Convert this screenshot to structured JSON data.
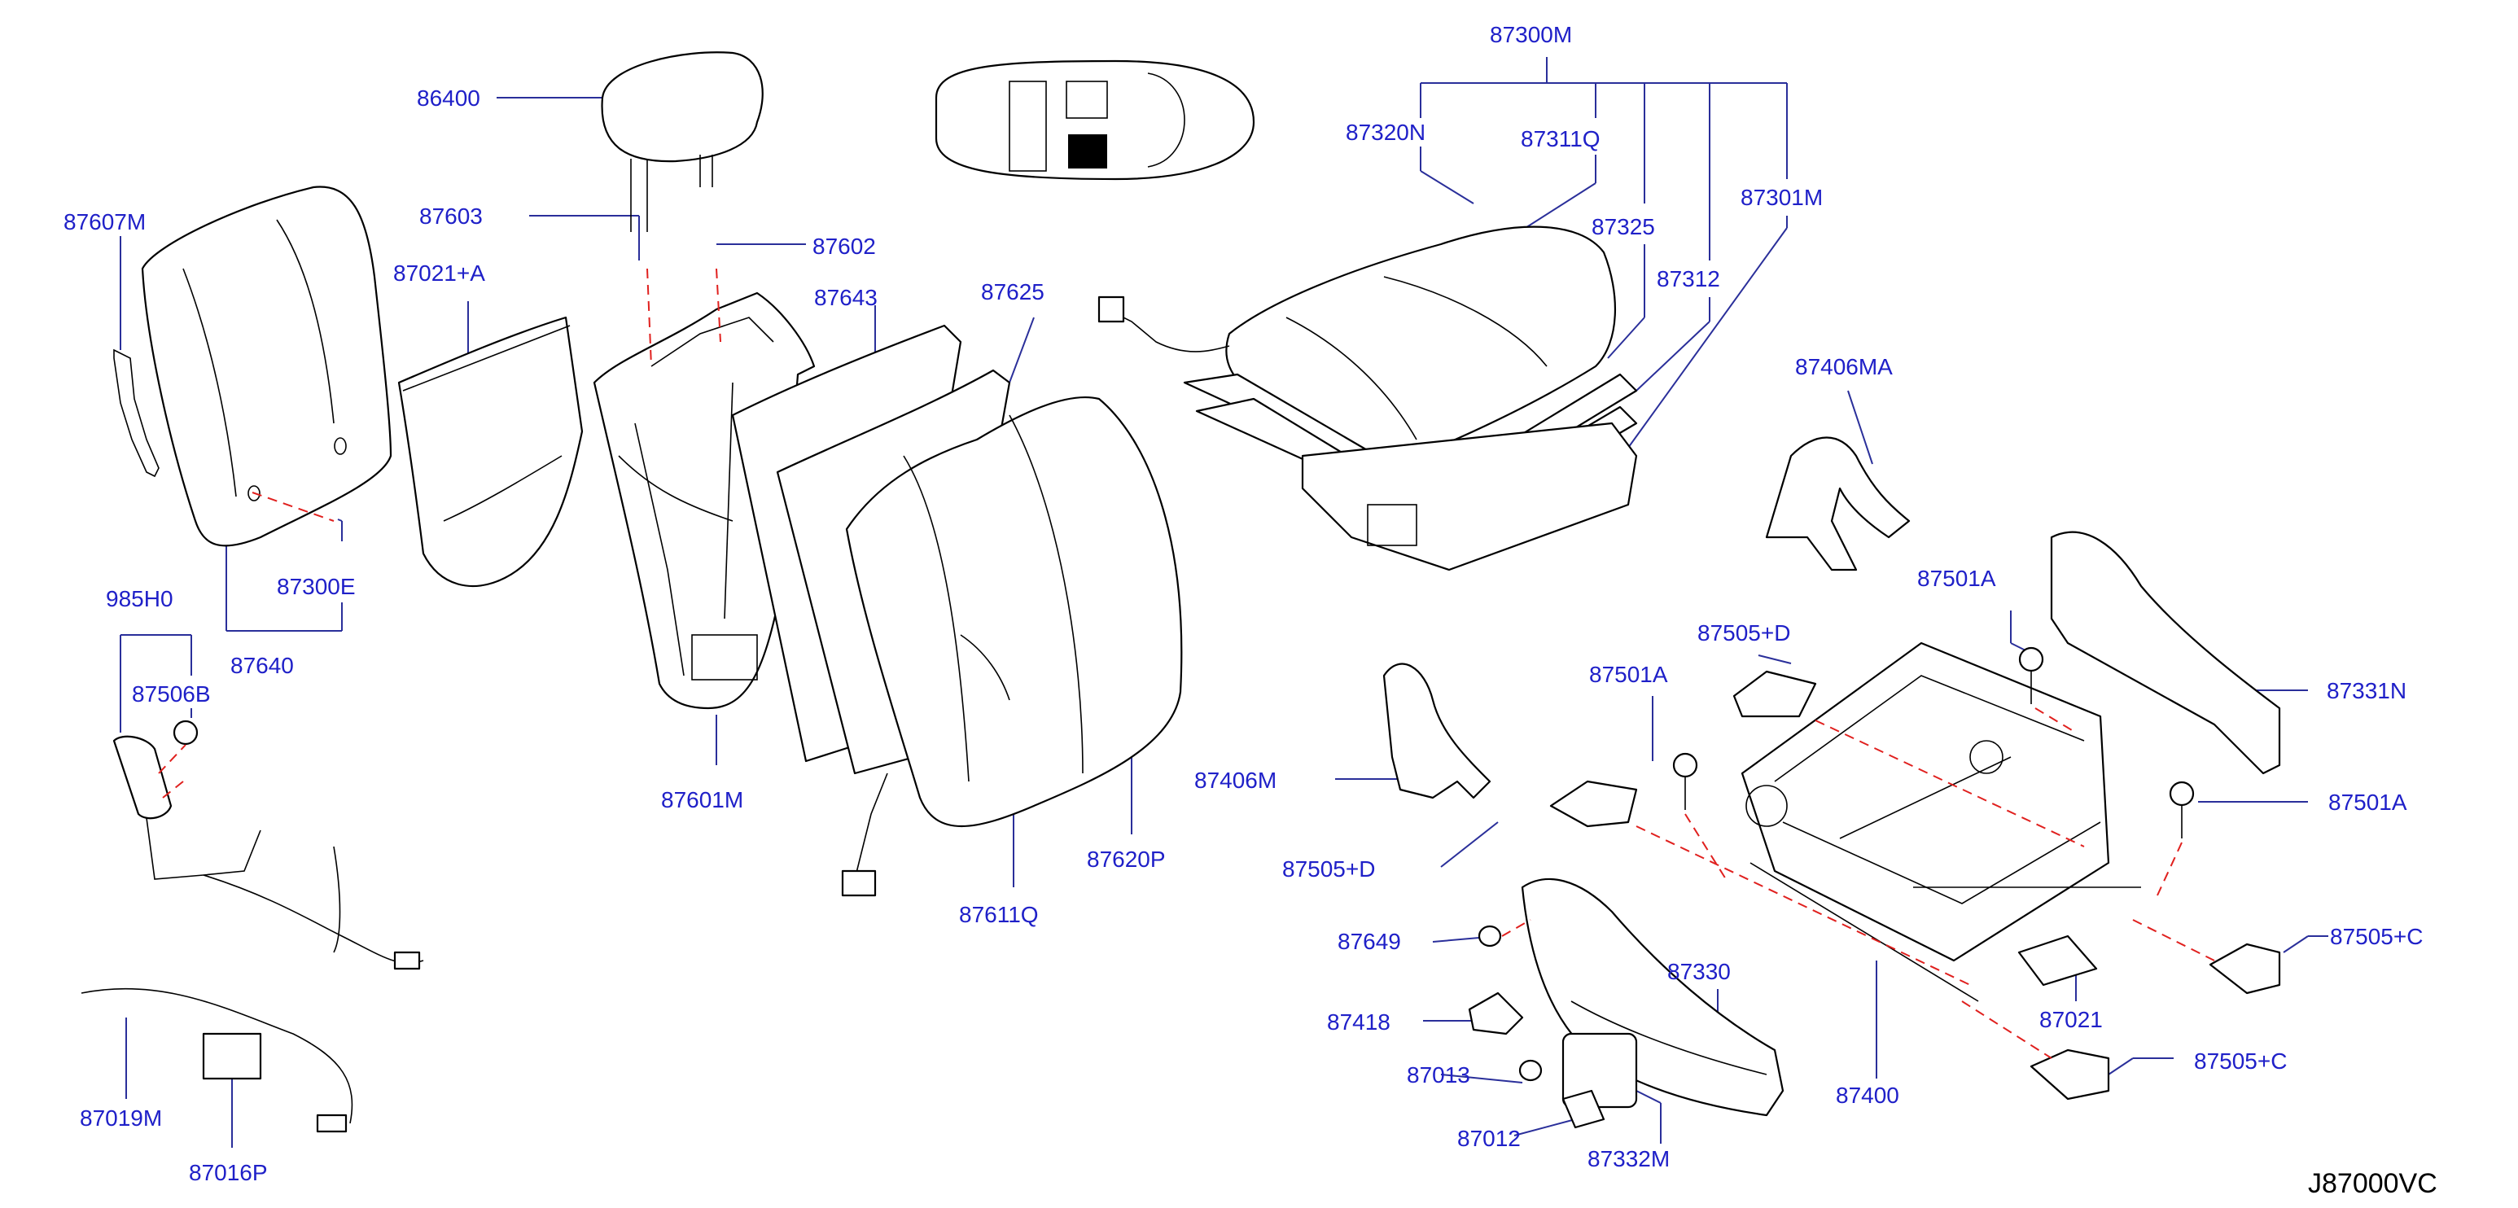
{
  "diagram": {
    "code": "J87000VC",
    "parts": {
      "p86400": "86400",
      "p87603": "87603",
      "p87602": "87602",
      "p87607M": "87607M",
      "p87021A": "87021+A",
      "p87643": "87643",
      "p87625": "87625",
      "p87300M": "87300M",
      "p87320N": "87320N",
      "p87311Q": "87311Q",
      "p87325": "87325",
      "p87301M": "87301M",
      "p87312": "87312",
      "p87406MA": "87406MA",
      "p87300E": "87300E",
      "p985H0": "985H0",
      "p87640": "87640",
      "p87506B": "87506B",
      "p87601M": "87601M",
      "p87620P": "87620P",
      "p87611Q": "87611Q",
      "p87501A_1": "87501A",
      "p87501A_2": "87501A",
      "p87501A_3": "87501A",
      "p87505D_1": "87505+D",
      "p87505D_2": "87505+D",
      "p87331N": "87331N",
      "p87406M": "87406M",
      "p87649": "87649",
      "p87330": "87330",
      "p87418": "87418",
      "p87013": "87013",
      "p87012": "87012",
      "p87332M": "87332M",
      "p87400": "87400",
      "p87021": "87021",
      "p87505C_1": "87505+C",
      "p87505C_2": "87505+C",
      "p87019M": "87019M",
      "p87016P": "87016P"
    }
  }
}
